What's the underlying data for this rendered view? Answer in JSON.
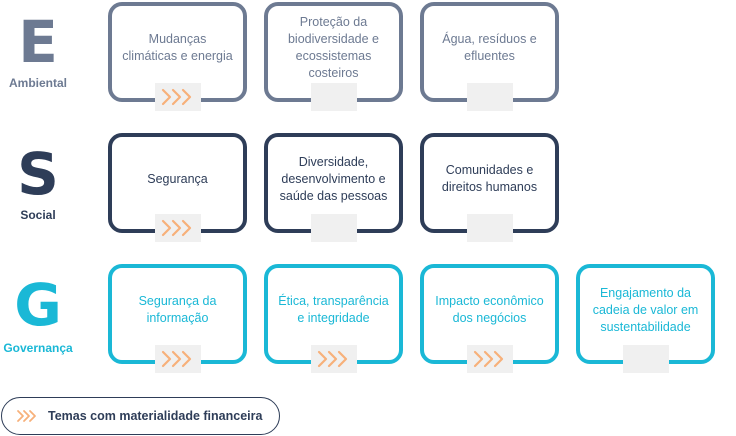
{
  "colors": {
    "environmental": "#6d7a92",
    "social": "#2e3d58",
    "governance": "#1ab8d6",
    "chevron": "#f7b07a",
    "tab": "#f0f0f0"
  },
  "rows": [
    {
      "letter": "E",
      "label": "Ambiental",
      "cards": [
        {
          "text": "Mudanças climáticas e energia",
          "financial": true
        },
        {
          "text": "Proteção da biodiversidade e ecossistemas costeiros",
          "financial": false
        },
        {
          "text": "Água, resíduos e efluentes",
          "financial": false
        }
      ]
    },
    {
      "letter": "S",
      "label": "Social",
      "cards": [
        {
          "text": "Segurança",
          "financial": true
        },
        {
          "text": "Diversidade, desenvolvimento e saúde das pessoas",
          "financial": false
        },
        {
          "text": "Comunidades e direitos humanos",
          "financial": false
        }
      ]
    },
    {
      "letter": "G",
      "label": "Governança",
      "cards": [
        {
          "text": "Segurança da informação",
          "financial": true
        },
        {
          "text": "Ética, transparência e integridade",
          "financial": true
        },
        {
          "text": "Impacto econômico dos negócios",
          "financial": true
        },
        {
          "text": "Engajamento da cadeia de valor em sustentabilidade",
          "financial": false
        }
      ]
    }
  ],
  "legend": {
    "label": "Temas com materialidade financeira",
    "icon": "triple-chevron-icon"
  }
}
